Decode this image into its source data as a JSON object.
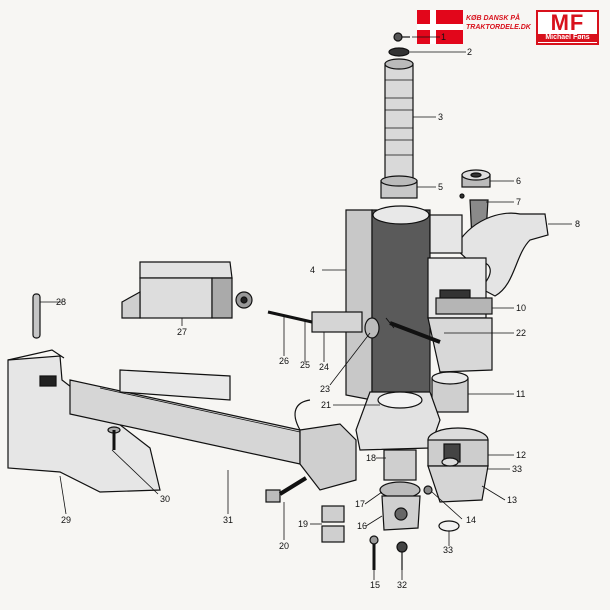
{
  "header": {
    "shop_line1": "KØB DANSK PÅ",
    "shop_line2": "TRAKTORDELE.DK",
    "logo_text": "MF",
    "logo_name": "Michael Føns"
  },
  "colors": {
    "brand_red": "#d8111c",
    "ink": "#111111",
    "paper": "#f7f6f3"
  },
  "labels": [
    "1",
    "2",
    "3",
    "4",
    "5",
    "6",
    "7",
    "8",
    "10",
    "11",
    "12",
    "13",
    "14",
    "15",
    "16",
    "17",
    "18",
    "19",
    "20",
    "21",
    "22",
    "23",
    "24",
    "25",
    "26",
    "27",
    "28",
    "29",
    "30",
    "31",
    "32",
    "33",
    "33"
  ]
}
